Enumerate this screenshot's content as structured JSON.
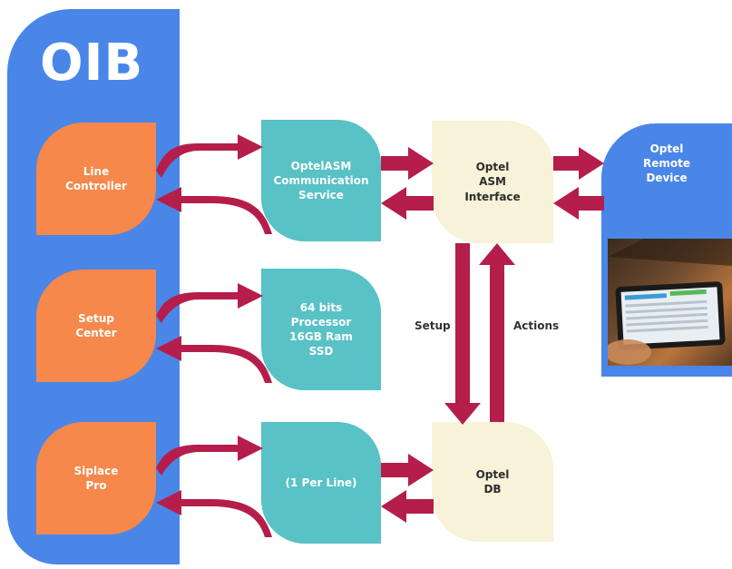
{
  "oib": {
    "title": "OIB"
  },
  "left_nodes": [
    {
      "label": "Line\nController"
    },
    {
      "label": "Setup\nCenter"
    },
    {
      "label": "Siplace\nPro"
    }
  ],
  "middle_nodes": [
    {
      "label": "OptelASM\nCommunication\nService"
    },
    {
      "label": "64 bits\nProcessor\n16GB Ram\nSSD"
    },
    {
      "label": "(1 Per Line)"
    }
  ],
  "right_nodes": [
    {
      "label": "Optel\nASM\nInterface"
    },
    {
      "label": "Optel\nDB"
    }
  ],
  "remote_device": {
    "label": "Optel\nRemote\nDevice"
  },
  "flow_labels": {
    "setup": "Setup",
    "actions": "Actions"
  },
  "colors": {
    "panel_blue": "#4a86e8",
    "orange": "#f5884a",
    "teal": "#58c2c6",
    "cream": "#f7f2d8",
    "arrow": "#b51e4a"
  }
}
